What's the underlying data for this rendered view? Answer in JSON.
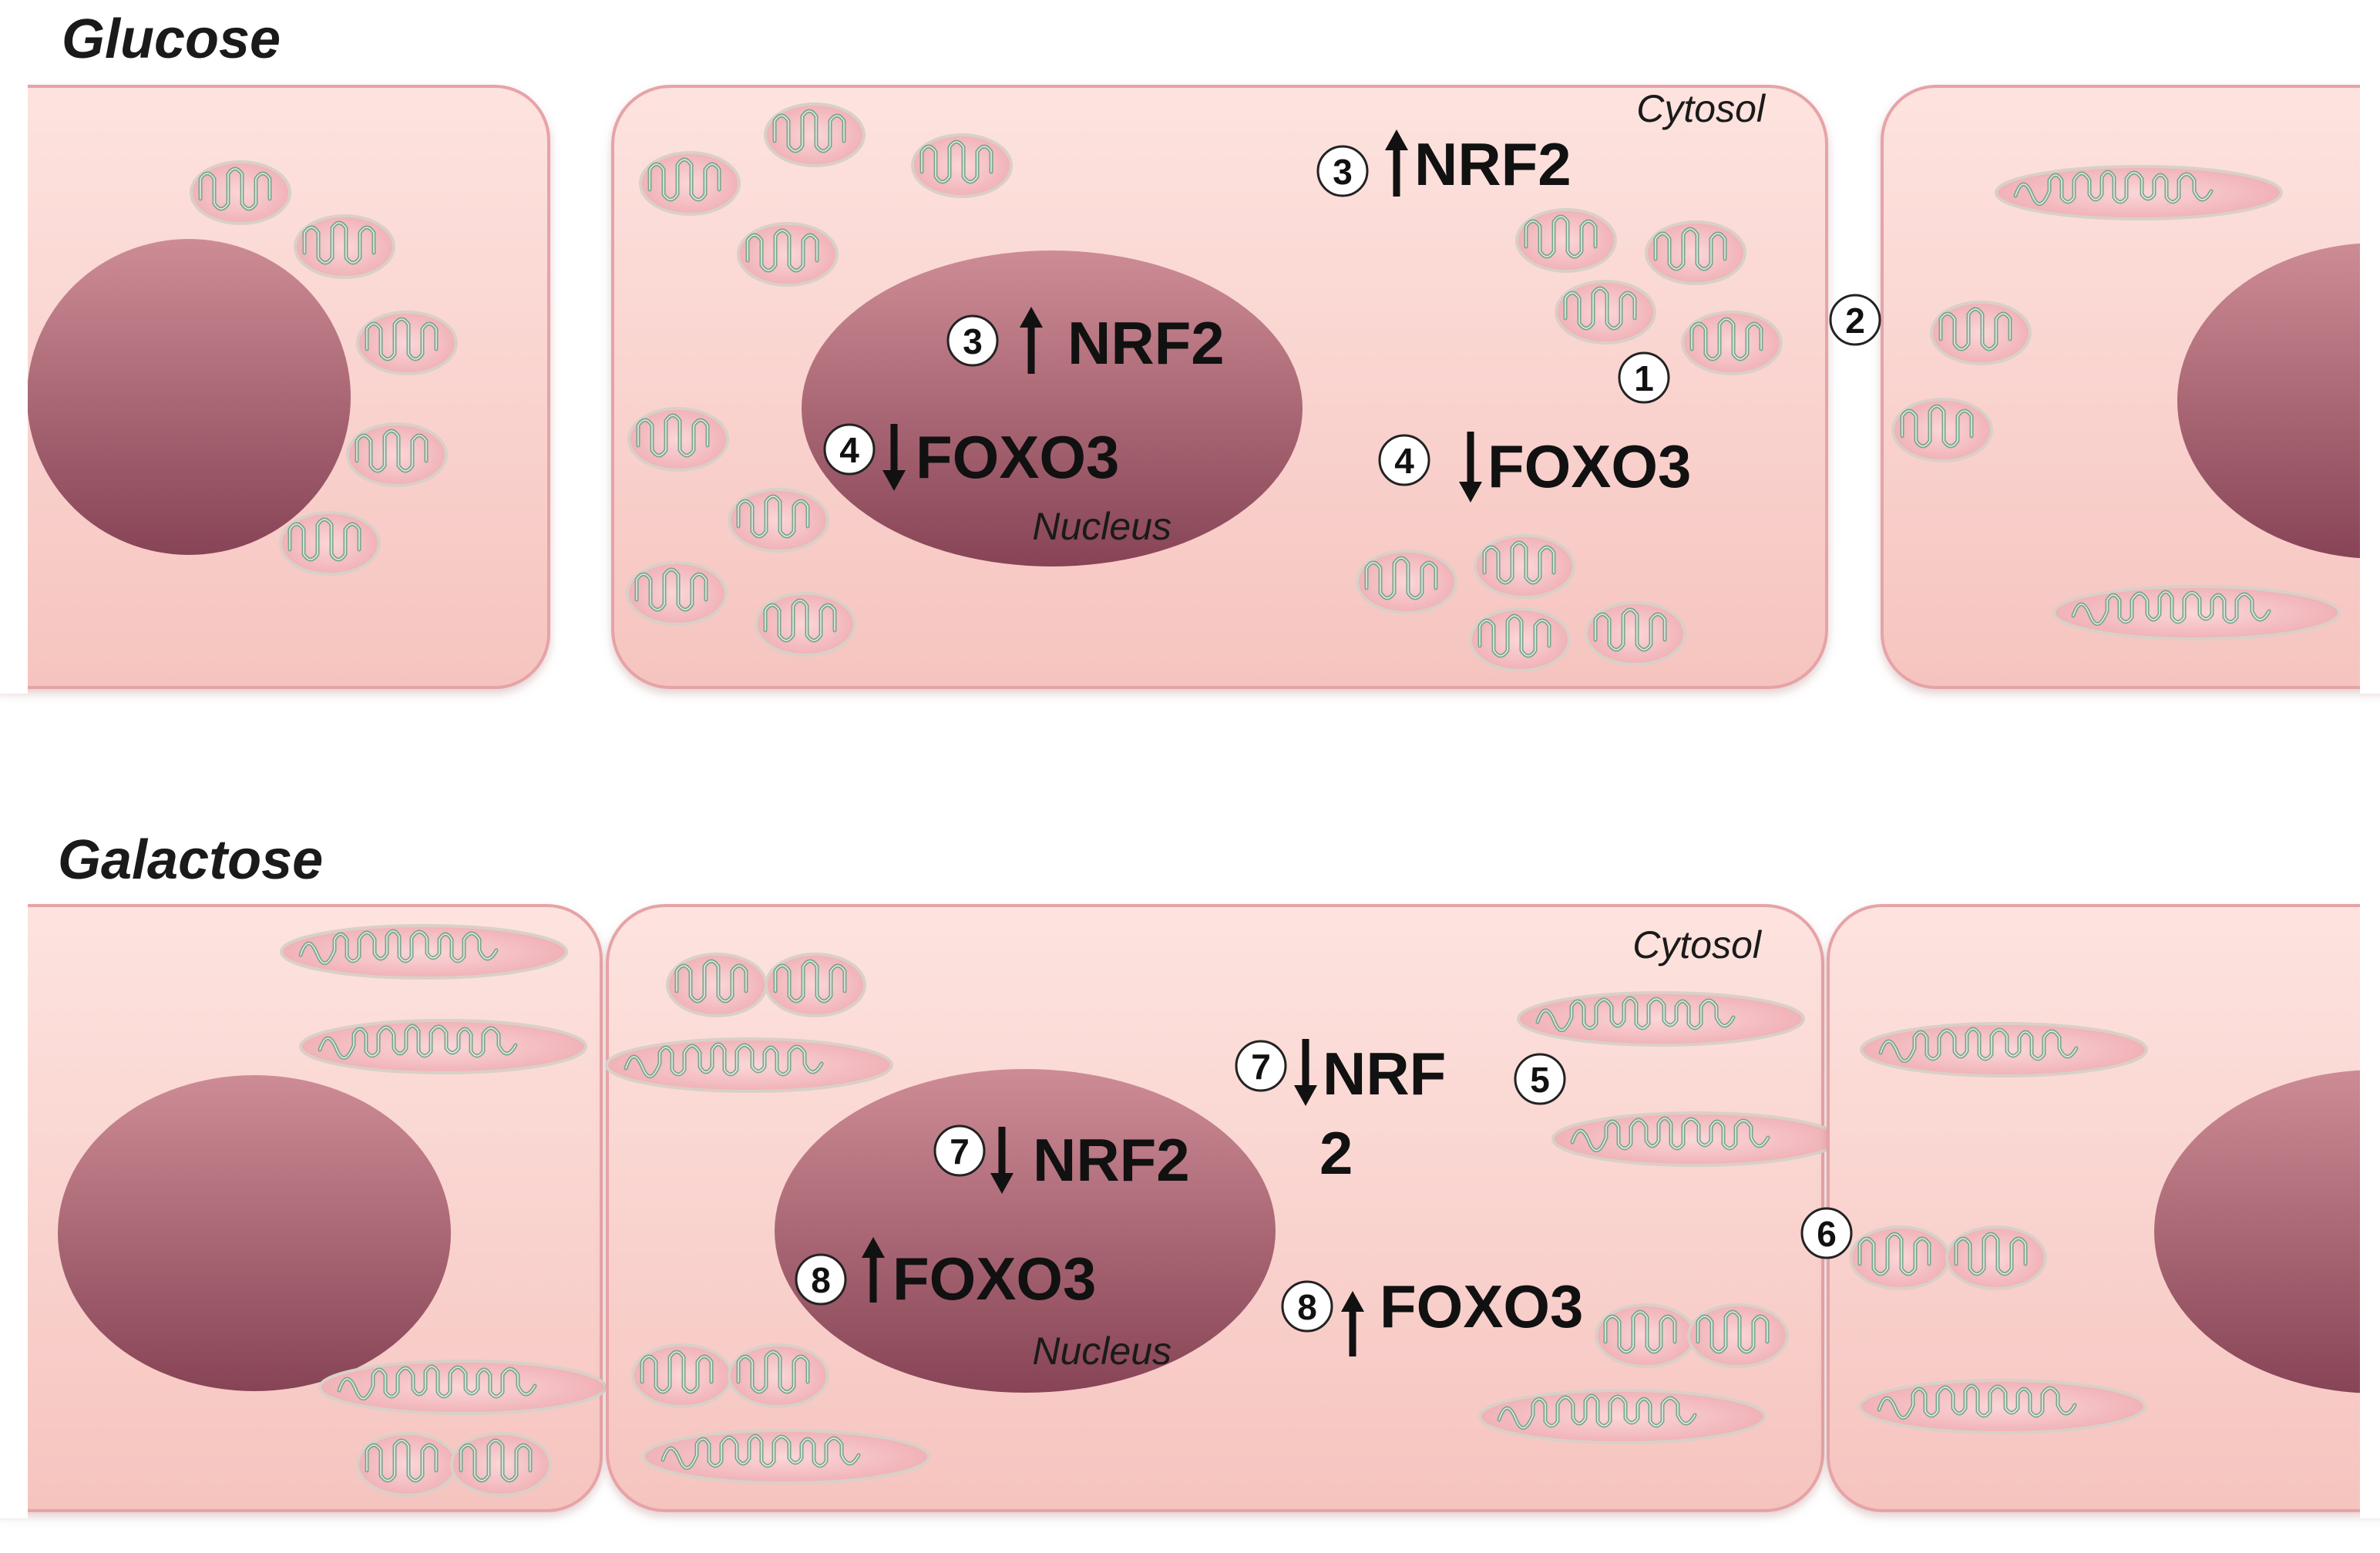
{
  "panels": [
    {
      "title": "Glucose",
      "compartments": {
        "cytosol": "Cytosol",
        "nucleus": "Nucleus"
      },
      "markers": {
        "m1": "1",
        "m2": "2",
        "m3_cyto": {
          "number": "3",
          "label": "NRF2",
          "direction": "up"
        },
        "m3_nuc": {
          "number": "3",
          "label": "NRF2",
          "direction": "up"
        },
        "m4_nuc": {
          "number": "4",
          "label": "FOXO3",
          "direction": "down"
        },
        "m4_cyto": {
          "number": "4",
          "label": "FOXO3",
          "direction": "down"
        }
      }
    },
    {
      "title": "Galactose",
      "compartments": {
        "cytosol": "Cytosol",
        "nucleus": "Nucleus"
      },
      "markers": {
        "m5": "5",
        "m6": "6",
        "m7_cyto": {
          "number": "7",
          "label_line1": "NRF",
          "label_line2": "2",
          "direction": "down"
        },
        "m7_nuc": {
          "number": "7",
          "label": "NRF2",
          "direction": "down"
        },
        "m8_nuc": {
          "number": "8",
          "label": "FOXO3",
          "direction": "up"
        },
        "m8_cyto": {
          "number": "8",
          "label": "FOXO3",
          "direction": "up"
        }
      }
    }
  ],
  "colors": {
    "cell_fill": "#f9d2cd",
    "cell_edge": "#e79da0",
    "nucleus_top": "#c9828d",
    "nucleus_bottom": "#8c4a58",
    "mito_fill": "#f7c3c6",
    "mito_cristae": "#7aa58c",
    "text": "#111111"
  }
}
